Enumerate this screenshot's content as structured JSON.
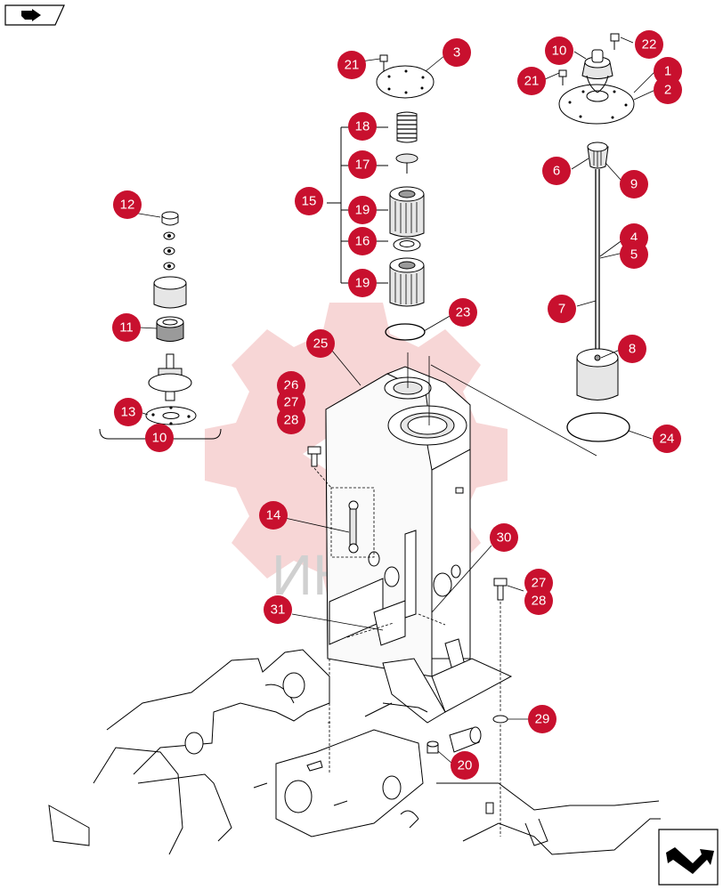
{
  "diagram": {
    "watermark_text": "ИНТЕХ",
    "callouts": {
      "c1": "1",
      "c2": "2",
      "c3": "3",
      "c4": "4",
      "c5": "5",
      "c6": "6",
      "c7": "7",
      "c8": "8",
      "c9": "9",
      "c10a": "10",
      "c10b": "10",
      "c11": "11",
      "c12": "12",
      "c13": "13",
      "c14": "14",
      "c15": "15",
      "c16": "16",
      "c17": "17",
      "c18": "18",
      "c19a": "19",
      "c19b": "19",
      "c20": "20",
      "c21a": "21",
      "c21b": "21",
      "c22": "22",
      "c23": "23",
      "c24": "24",
      "c25": "25",
      "c26": "26",
      "c27a": "27",
      "c27b": "27",
      "c28a": "28",
      "c28b": "28",
      "c29": "29",
      "c30": "30",
      "c31": "31"
    }
  },
  "icons": {
    "prev": "arrow-back-icon",
    "next": "arrow-forward-icon"
  }
}
